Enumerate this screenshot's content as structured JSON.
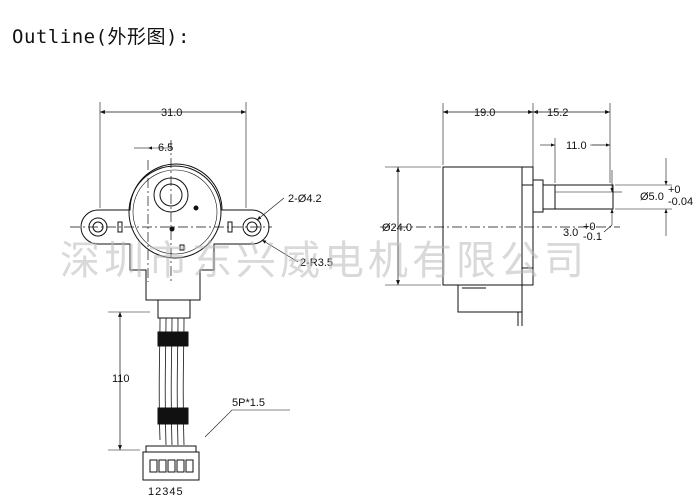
{
  "title": "Outline(外形图):",
  "watermark": "深圳市东兴威电机有限公司",
  "front_view": {
    "width_dim": "31.0",
    "shaft_offset_dim": "6.5",
    "hole_dim": "2-Ø4.2",
    "radius_dim": "2-R3.5",
    "lead_length_dim": "110",
    "connector_dim": "5P*1.5",
    "pin_numbers": "12345"
  },
  "side_view": {
    "body_length_dim": "19.0",
    "shaft_length_dim": "15.2",
    "shaft_tip_dim": "11.0",
    "body_diameter_dim": "Ø24.0",
    "shaft_diameter": "Ø5.0",
    "shaft_diameter_tol_upper": "+0",
    "shaft_diameter_tol_lower": "-0.04",
    "flat_dim": "3.0",
    "flat_tol_upper": "+0",
    "flat_tol_lower": "-0.1"
  },
  "colors": {
    "line": "#111111",
    "watermark": "#b9b9b9"
  }
}
